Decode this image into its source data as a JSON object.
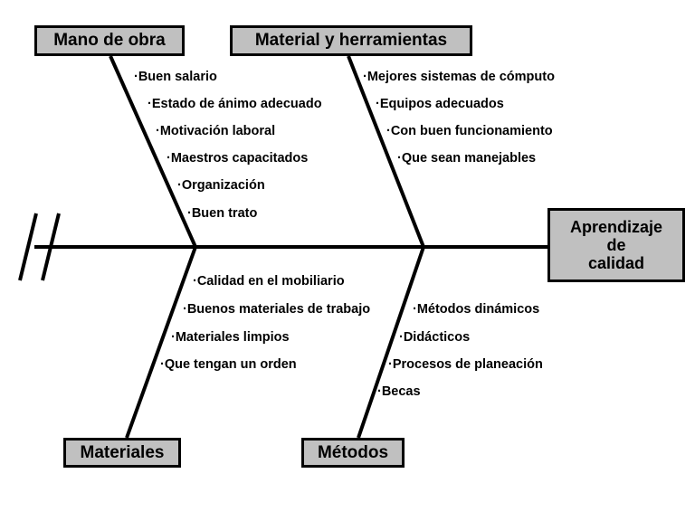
{
  "diagram": {
    "type": "fishbone-ishikawa",
    "title_effect": "Aprendizaje de calidad",
    "colors": {
      "box_fill": "#c0c0c0",
      "box_border": "#000000",
      "line": "#000000",
      "background": "#ffffff",
      "text": "#000000"
    },
    "effect_box": {
      "label_lines": [
        "Aprendizaje",
        "de",
        "calidad"
      ],
      "label": "Aprendizaje de calidad"
    },
    "categories": [
      {
        "id": "mano-de-obra",
        "label": "Mano de obra",
        "position": "top-left",
        "causes": [
          "·Buen salario",
          "·Estado de ánimo adecuado",
          "·Motivación laboral",
          "·Maestros capacitados",
          "·Organización",
          "·Buen trato"
        ]
      },
      {
        "id": "material-y-herramientas",
        "label": "Material y herramientas",
        "position": "top-right",
        "causes": [
          "·Mejores sistemas de cómputo",
          "·Equipos adecuados",
          "·Con buen funcionamiento",
          "·Que sean manejables"
        ]
      },
      {
        "id": "materiales",
        "label": "Materiales",
        "position": "bottom-left",
        "causes": [
          "·Calidad en el mobiliario",
          "·Buenos materiales de trabajo",
          "·Materiales limpios",
          "·Que tengan un orden"
        ]
      },
      {
        "id": "metodos",
        "label": "Métodos",
        "position": "bottom-right",
        "causes": [
          "·Métodos dinámicos",
          "·Didácticos",
          "·Procesos de planeación",
          "·Becas"
        ]
      }
    ]
  }
}
